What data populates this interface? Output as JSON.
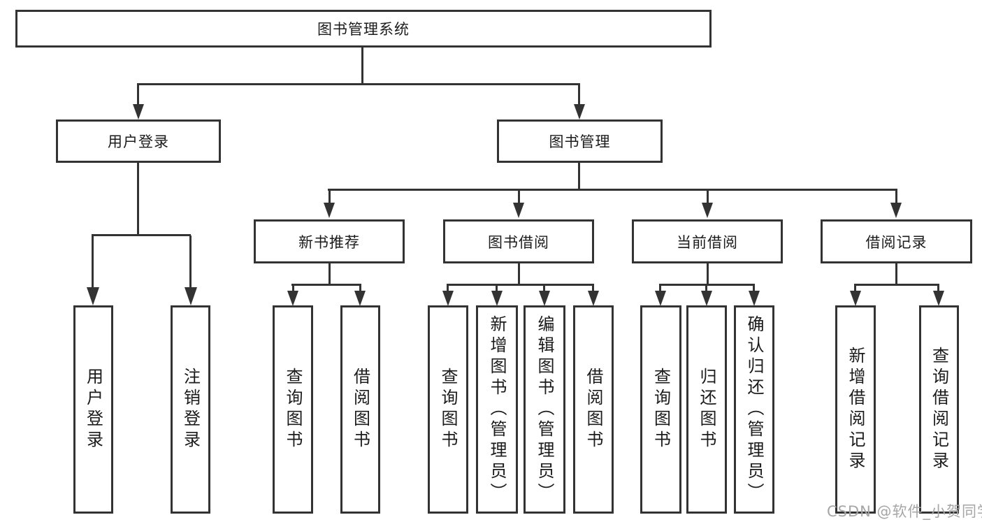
{
  "diagram": {
    "title": "图书管理系统",
    "watermark": "CSDN @软件_小贺同学",
    "colors": {
      "line": "#333333",
      "text": "#1b1b1b",
      "watermark": "#a6a6a6",
      "background": "#ffffff"
    },
    "nodes": {
      "root": "图书管理系统",
      "user_login": "用户登录",
      "book_mgmt": "图书管理",
      "new_books": "新书推荐",
      "book_borrow": "图书借阅",
      "current_borrow": "当前借阅",
      "borrow_records": "借阅记录",
      "leaf_user_login": "用户登录",
      "leaf_logout": "注销登录",
      "leaf_nb_query": "查询图书",
      "leaf_nb_borrow": "借阅图书",
      "leaf_bb_query": "查询图书",
      "leaf_bb_add": "新增图书（管理员）",
      "leaf_bb_edit": "编辑图书（管理员）",
      "leaf_bb_borrow": "借阅图书",
      "leaf_cb_query": "查询图书",
      "leaf_cb_return": "归还图书",
      "leaf_cb_confirm": "确认归还（管理员）",
      "leaf_br_add": "新增借阅记录",
      "leaf_br_query": "查询借阅记录"
    }
  }
}
